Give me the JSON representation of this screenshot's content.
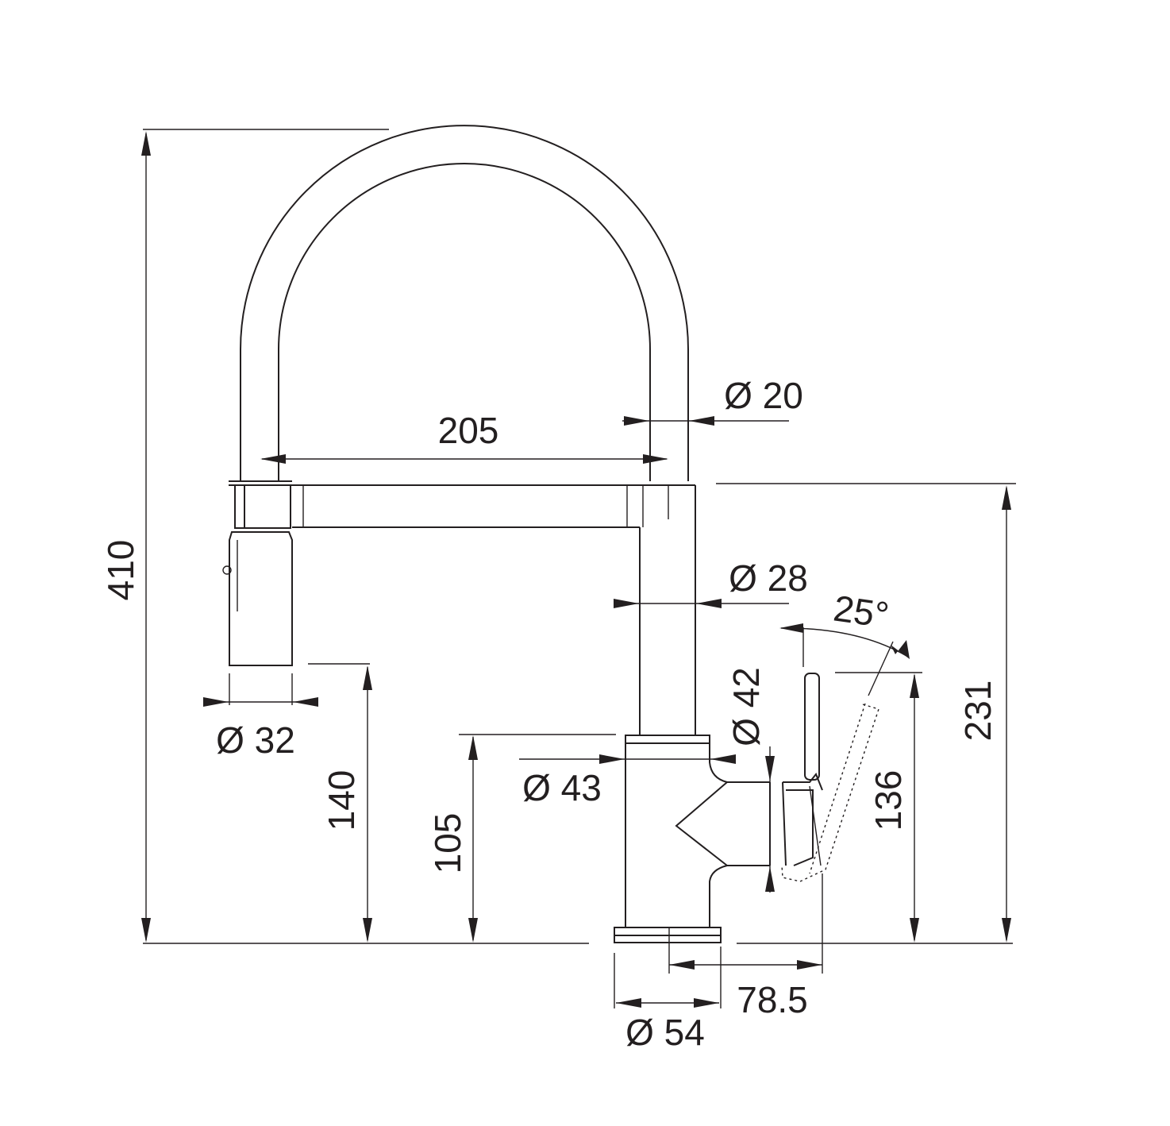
{
  "dimensions": {
    "total_height": "410",
    "spout_reach": "205",
    "hose_diameter": "Ø 20",
    "spout_body_diameter": "Ø 28",
    "angle": "25°",
    "spray_head_diameter": "Ø 32",
    "spray_head_height": "140",
    "body_height": "105",
    "body_diameter": "Ø 43",
    "handle_diameter": "Ø 42",
    "spout_height": "231",
    "handle_height": "136",
    "handle_offset": "78.5",
    "base_diameter": "Ø 54"
  }
}
